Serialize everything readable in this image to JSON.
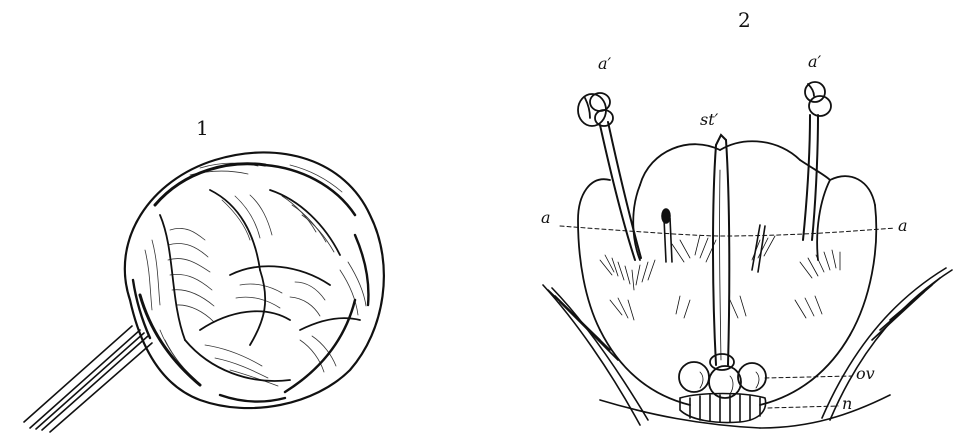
{
  "figures": [
    {
      "number": "1"
    },
    {
      "number": "2"
    }
  ],
  "labels": {
    "anther_left": "a′",
    "anther_right": "a′",
    "stigma": "st′",
    "line_left": "a",
    "line_right": "a",
    "ovary": "ov",
    "nectary": "n"
  },
  "colors": {
    "ink": "#111111",
    "paper": "#ffffff"
  }
}
